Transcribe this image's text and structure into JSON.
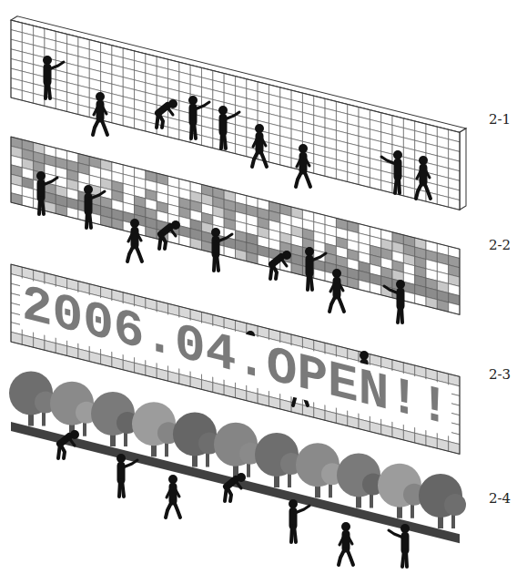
{
  "diagram": {
    "labels": [
      "2-1",
      "2-2",
      "2-3",
      "2-4",
      "2006.04.OPEN!!"
    ]
  }
}
